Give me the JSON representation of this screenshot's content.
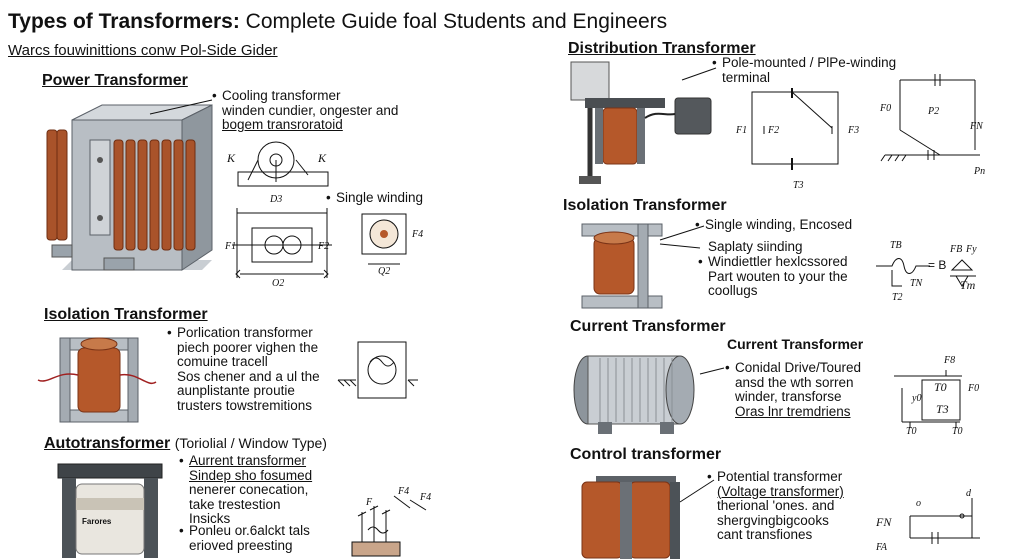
{
  "title_bold": "Types of Transformers:",
  "title_rest": " Complete Guide foal Students and Engineers",
  "subtitle": "Warcs fouwinittions conw Pol-Side Gider",
  "colors": {
    "copper": "#b5582a",
    "copper_dark": "#7a3316",
    "steel": "#9aa3ab",
    "steel_dark": "#5b6168",
    "ink": "#111111"
  },
  "power": {
    "heading": "Power Transformer",
    "note": [
      "Cooling transformer",
      "winden cundier, ongester and",
      "bogem transroratoid"
    ],
    "single_winding": "Single winding",
    "labels": {
      "k_left": "K",
      "k_right": "K",
      "d3": "D3",
      "f1": "F1",
      "f2": "F2",
      "o2": "O2",
      "f4": "F4",
      "q2": "Q2"
    }
  },
  "isolation_left": {
    "heading": "Isolation Transformer",
    "note": [
      "Porlication transformer",
      "piech poorer vighen the",
      "comuine tracell",
      "Sos chener and a ul the",
      "aunplistante proutie",
      "trusters towstremitions"
    ]
  },
  "auto": {
    "heading": "Autotransformer",
    "subheading": "(Toriolial / Window Type)",
    "badge": "Farores",
    "note_a": [
      "Aurrent transformer",
      "Sindep sho fosumed",
      "nenerer conecation,",
      "take trestestion",
      "Insicks"
    ],
    "note_b": [
      "Ponleu or.6alckt tals",
      "erioved preesting"
    ],
    "labels": {
      "f4": "F4",
      "f_left": "F",
      "f_right": "F4"
    }
  },
  "distribution": {
    "heading": "Distribution Transformer",
    "note": [
      "Pole-mounted / PlPe-winding",
      "terminal"
    ],
    "labels": {
      "f1": "F1",
      "f2": "F2",
      "f3": "F3",
      "t3": "T3",
      "fo": "F0",
      "p2": "P2",
      "fn": "FN",
      "pn": "Pn"
    }
  },
  "isolation_right": {
    "heading": "Isolation Transformer",
    "note_a": "Single winding, Encosed",
    "note_b": "Saplaty siinding",
    "note_c": [
      "Windiettler hexlcssored",
      "Part wouten to your the",
      "coollugs"
    ],
    "labels": {
      "tb": "TB",
      "t2": "T2",
      "tn": "TN",
      "equals": "= B",
      "fb": "FB",
      "fy": "Fy",
      "tm": "Tm"
    }
  },
  "current": {
    "heading": "Current Transformer",
    "heading_small": "Current Transformer",
    "note": [
      "Conidal Drive/Toured",
      "ansd the wth sorren",
      "winder, transforse",
      "Oras lnr tremdriens"
    ],
    "labels": {
      "f8": "F8",
      "t0": "T0",
      "fo": "F0",
      "t3": "T3",
      "y0": "y0",
      "to_l": "T0",
      "to_r": "T0"
    }
  },
  "control": {
    "heading": "Control transformer",
    "note": [
      "Potential transformer",
      "(Voltage transformer)",
      "therional 'ones. and",
      "shergvingbigcooks",
      "cant transfiones"
    ],
    "labels": {
      "fn": "FN",
      "fa": "FA",
      "o": "o",
      "d": "d"
    }
  }
}
